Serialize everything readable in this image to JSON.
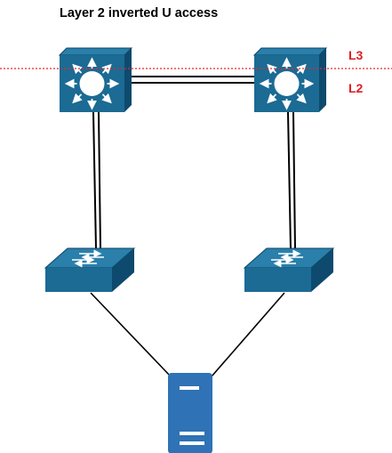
{
  "diagram": {
    "title": "Layer 2 inverted U access",
    "boundary_labels": {
      "upper": "L3",
      "lower": "L2"
    },
    "nodes": [
      {
        "id": "l3-switch-left",
        "kind": "multilayer-switch"
      },
      {
        "id": "l3-switch-right",
        "kind": "multilayer-switch"
      },
      {
        "id": "access-switch-left",
        "kind": "workgroup-switch"
      },
      {
        "id": "access-switch-right",
        "kind": "workgroup-switch"
      },
      {
        "id": "server",
        "kind": "server"
      }
    ],
    "links": [
      {
        "from": "l3-switch-left",
        "to": "l3-switch-right",
        "style": "double"
      },
      {
        "from": "l3-switch-left",
        "to": "access-switch-left",
        "style": "double"
      },
      {
        "from": "l3-switch-right",
        "to": "access-switch-right",
        "style": "double"
      },
      {
        "from": "access-switch-left",
        "to": "server",
        "style": "single"
      },
      {
        "from": "access-switch-right",
        "to": "server",
        "style": "single"
      }
    ],
    "colors": {
      "device_blue": "#1b6b94",
      "device_dark": "#0e4a6e",
      "server_blue": "#2f72b6",
      "boundary_red": "#e8262a",
      "label_red": "#e11b22"
    }
  }
}
